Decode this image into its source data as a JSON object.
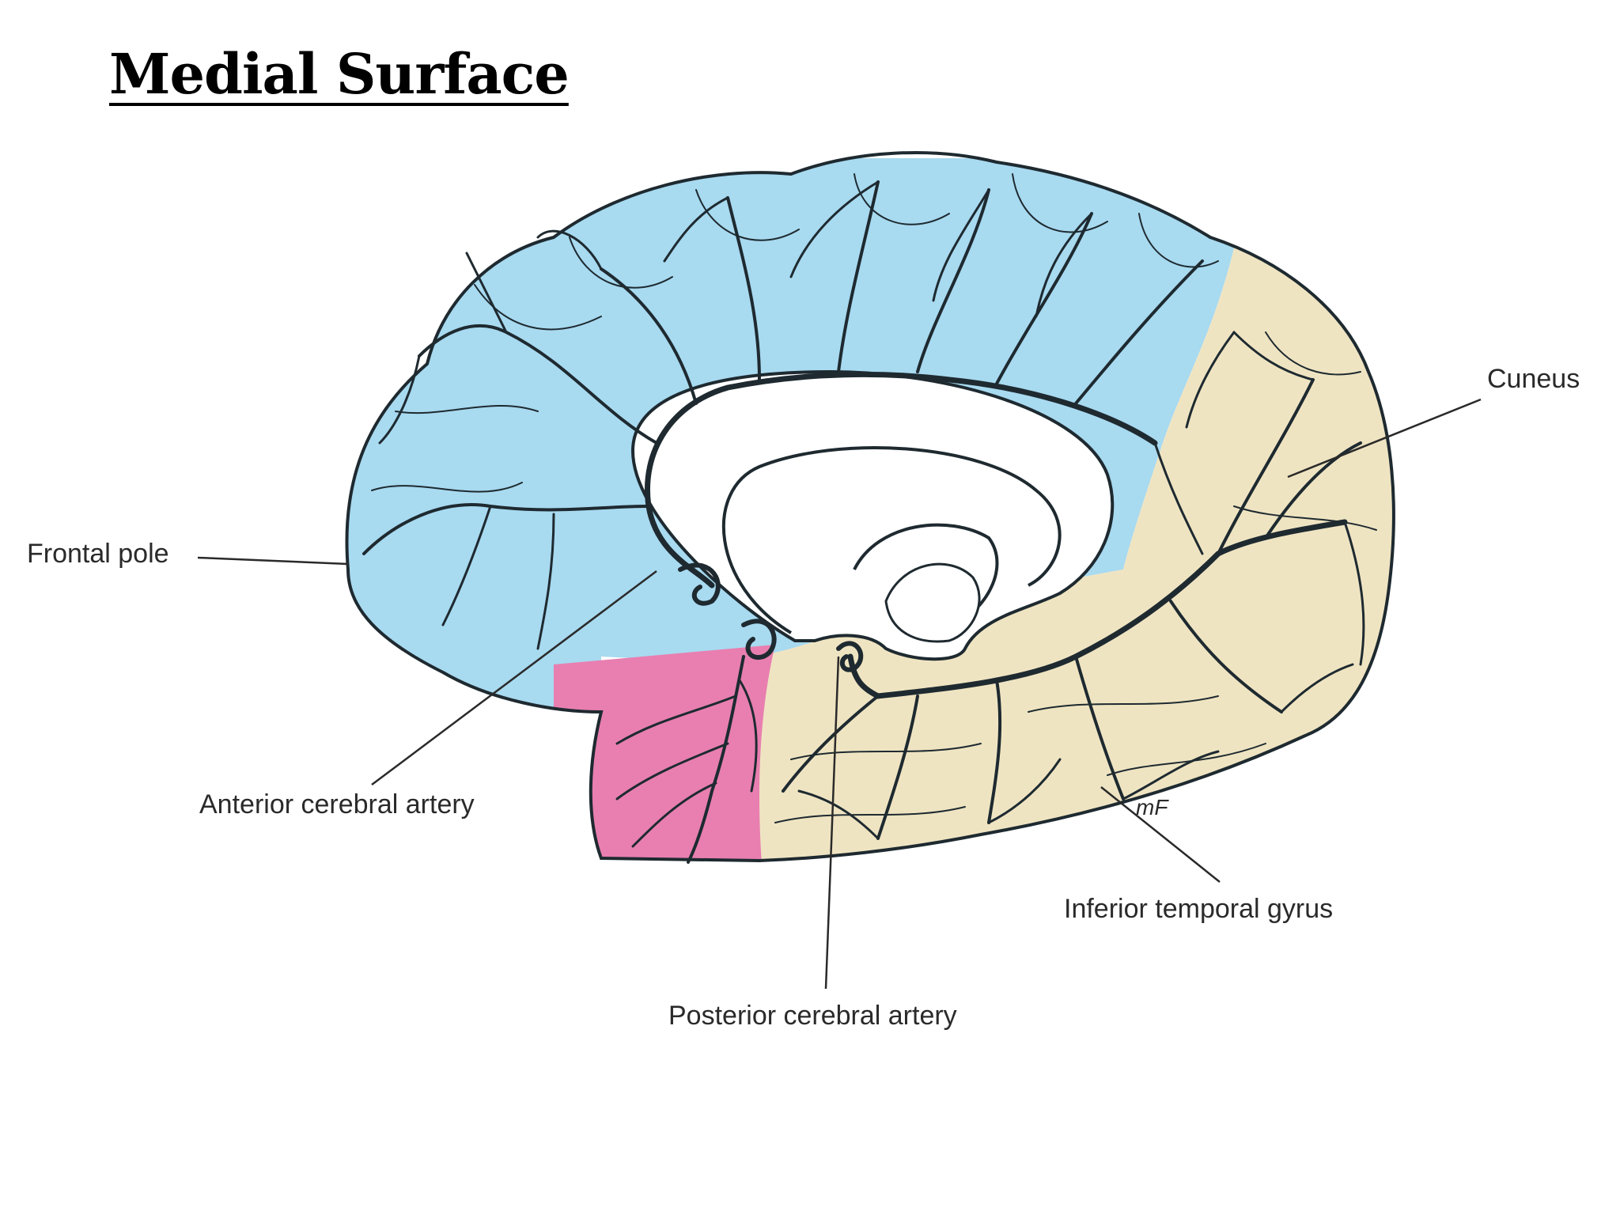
{
  "title": "Medial Surface",
  "labels": {
    "frontal_pole": "Frontal pole",
    "cuneus": "Cuneus",
    "anterior_cerebral_artery": "Anterior cerebral artery",
    "posterior_cerebral_artery": "Posterior cerebral artery",
    "inferior_temporal_gyrus": "Inferior temporal gyrus",
    "small_mark": "mF"
  },
  "colors": {
    "anterior_territory": "#a8daf0",
    "posterior_territory": "#efe4c2",
    "middle_territory": "#e87fb0",
    "vessel": "#1e2a30",
    "background": "#ffffff"
  }
}
